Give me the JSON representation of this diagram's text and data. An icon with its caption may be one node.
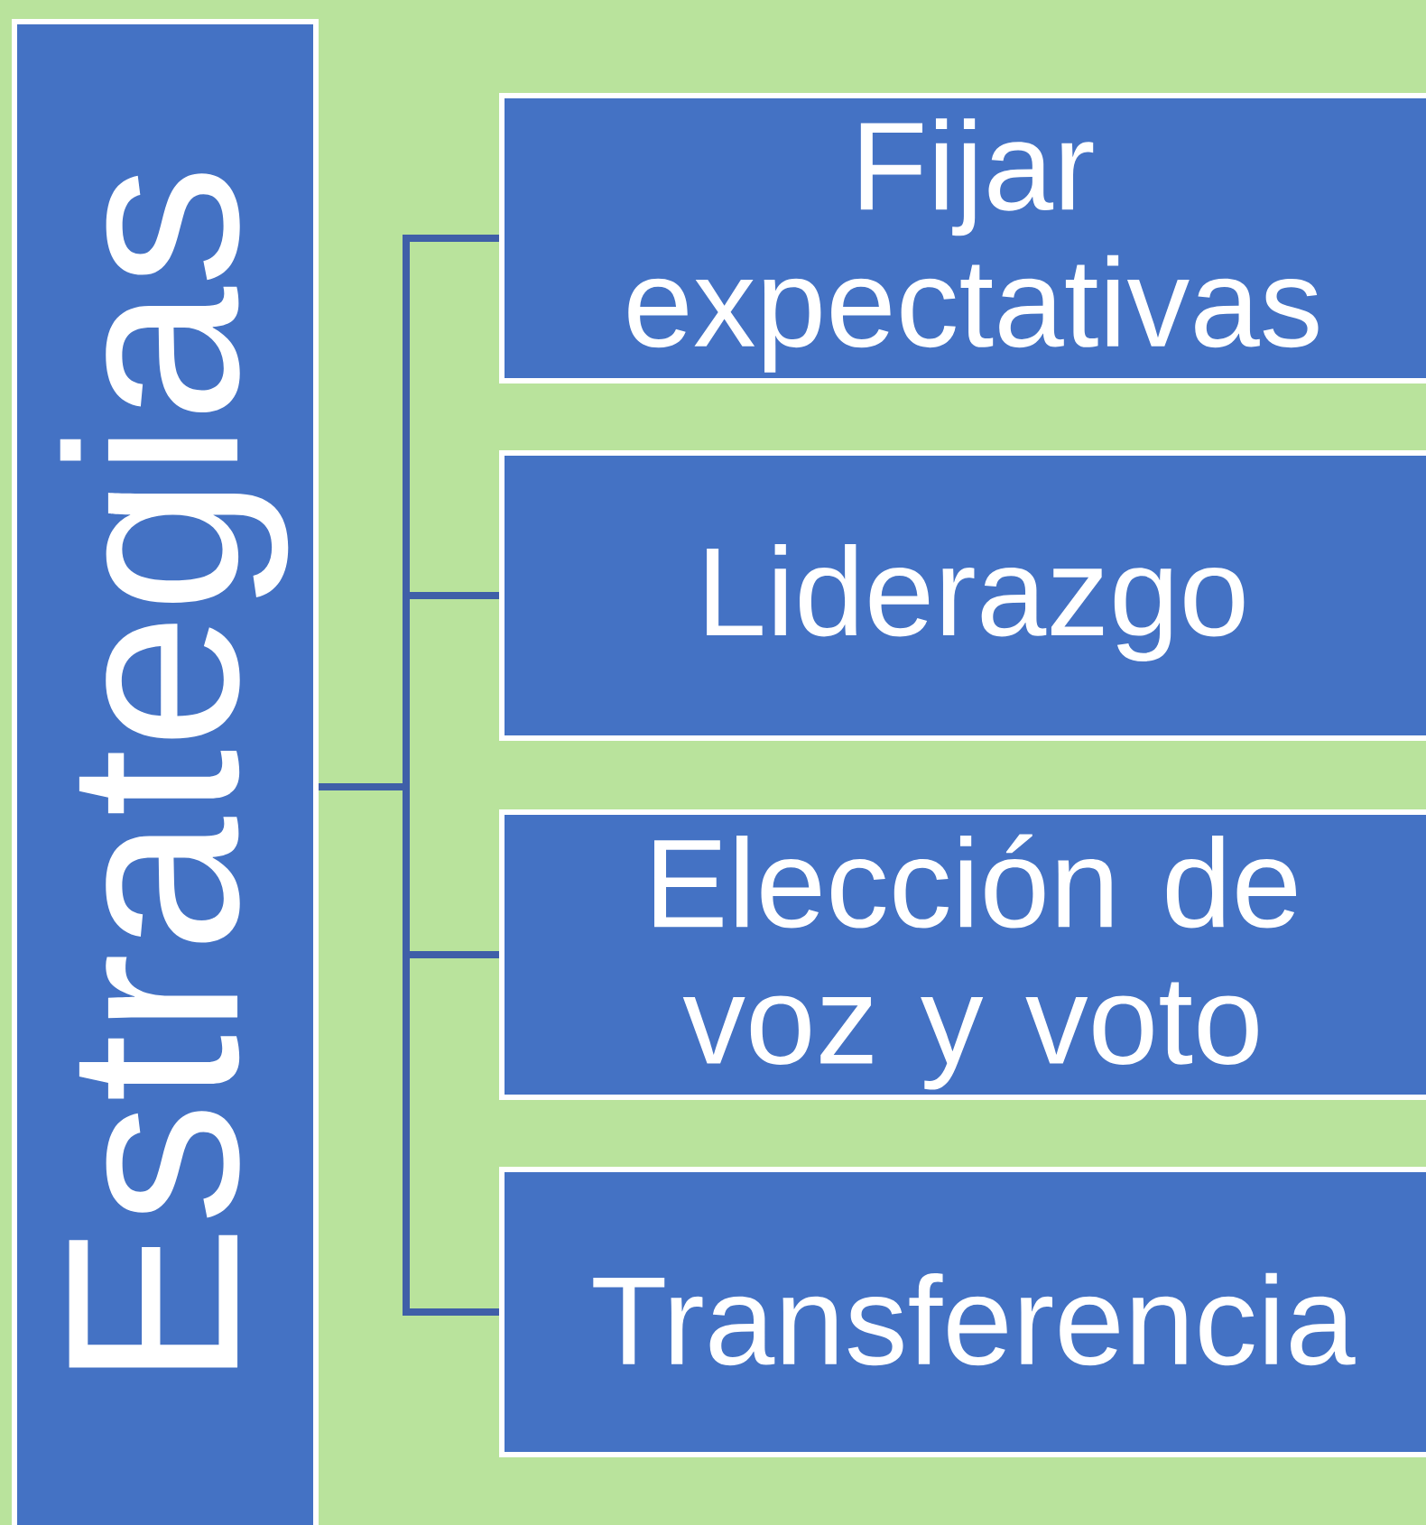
{
  "diagram": {
    "nodes": [
      {
        "text": [
          "Estrategias"
        ]
      },
      {
        "text": [
          "Fijar expectativas"
        ]
      },
      {
        "text": [
          "Liderazgo"
        ]
      },
      {
        "text": [
          "Elección de voz y voto"
        ]
      },
      {
        "text": [
          "Transferencia"
        ]
      }
    ],
    "edges": [
      {
        "from": 0,
        "to": 1,
        "arrow": "none"
      },
      {
        "from": 0,
        "to": 2,
        "arrow": "none"
      },
      {
        "from": 0,
        "to": 3,
        "arrow": "none"
      },
      {
        "from": 0,
        "to": 4,
        "arrow": "none"
      }
    ]
  }
}
